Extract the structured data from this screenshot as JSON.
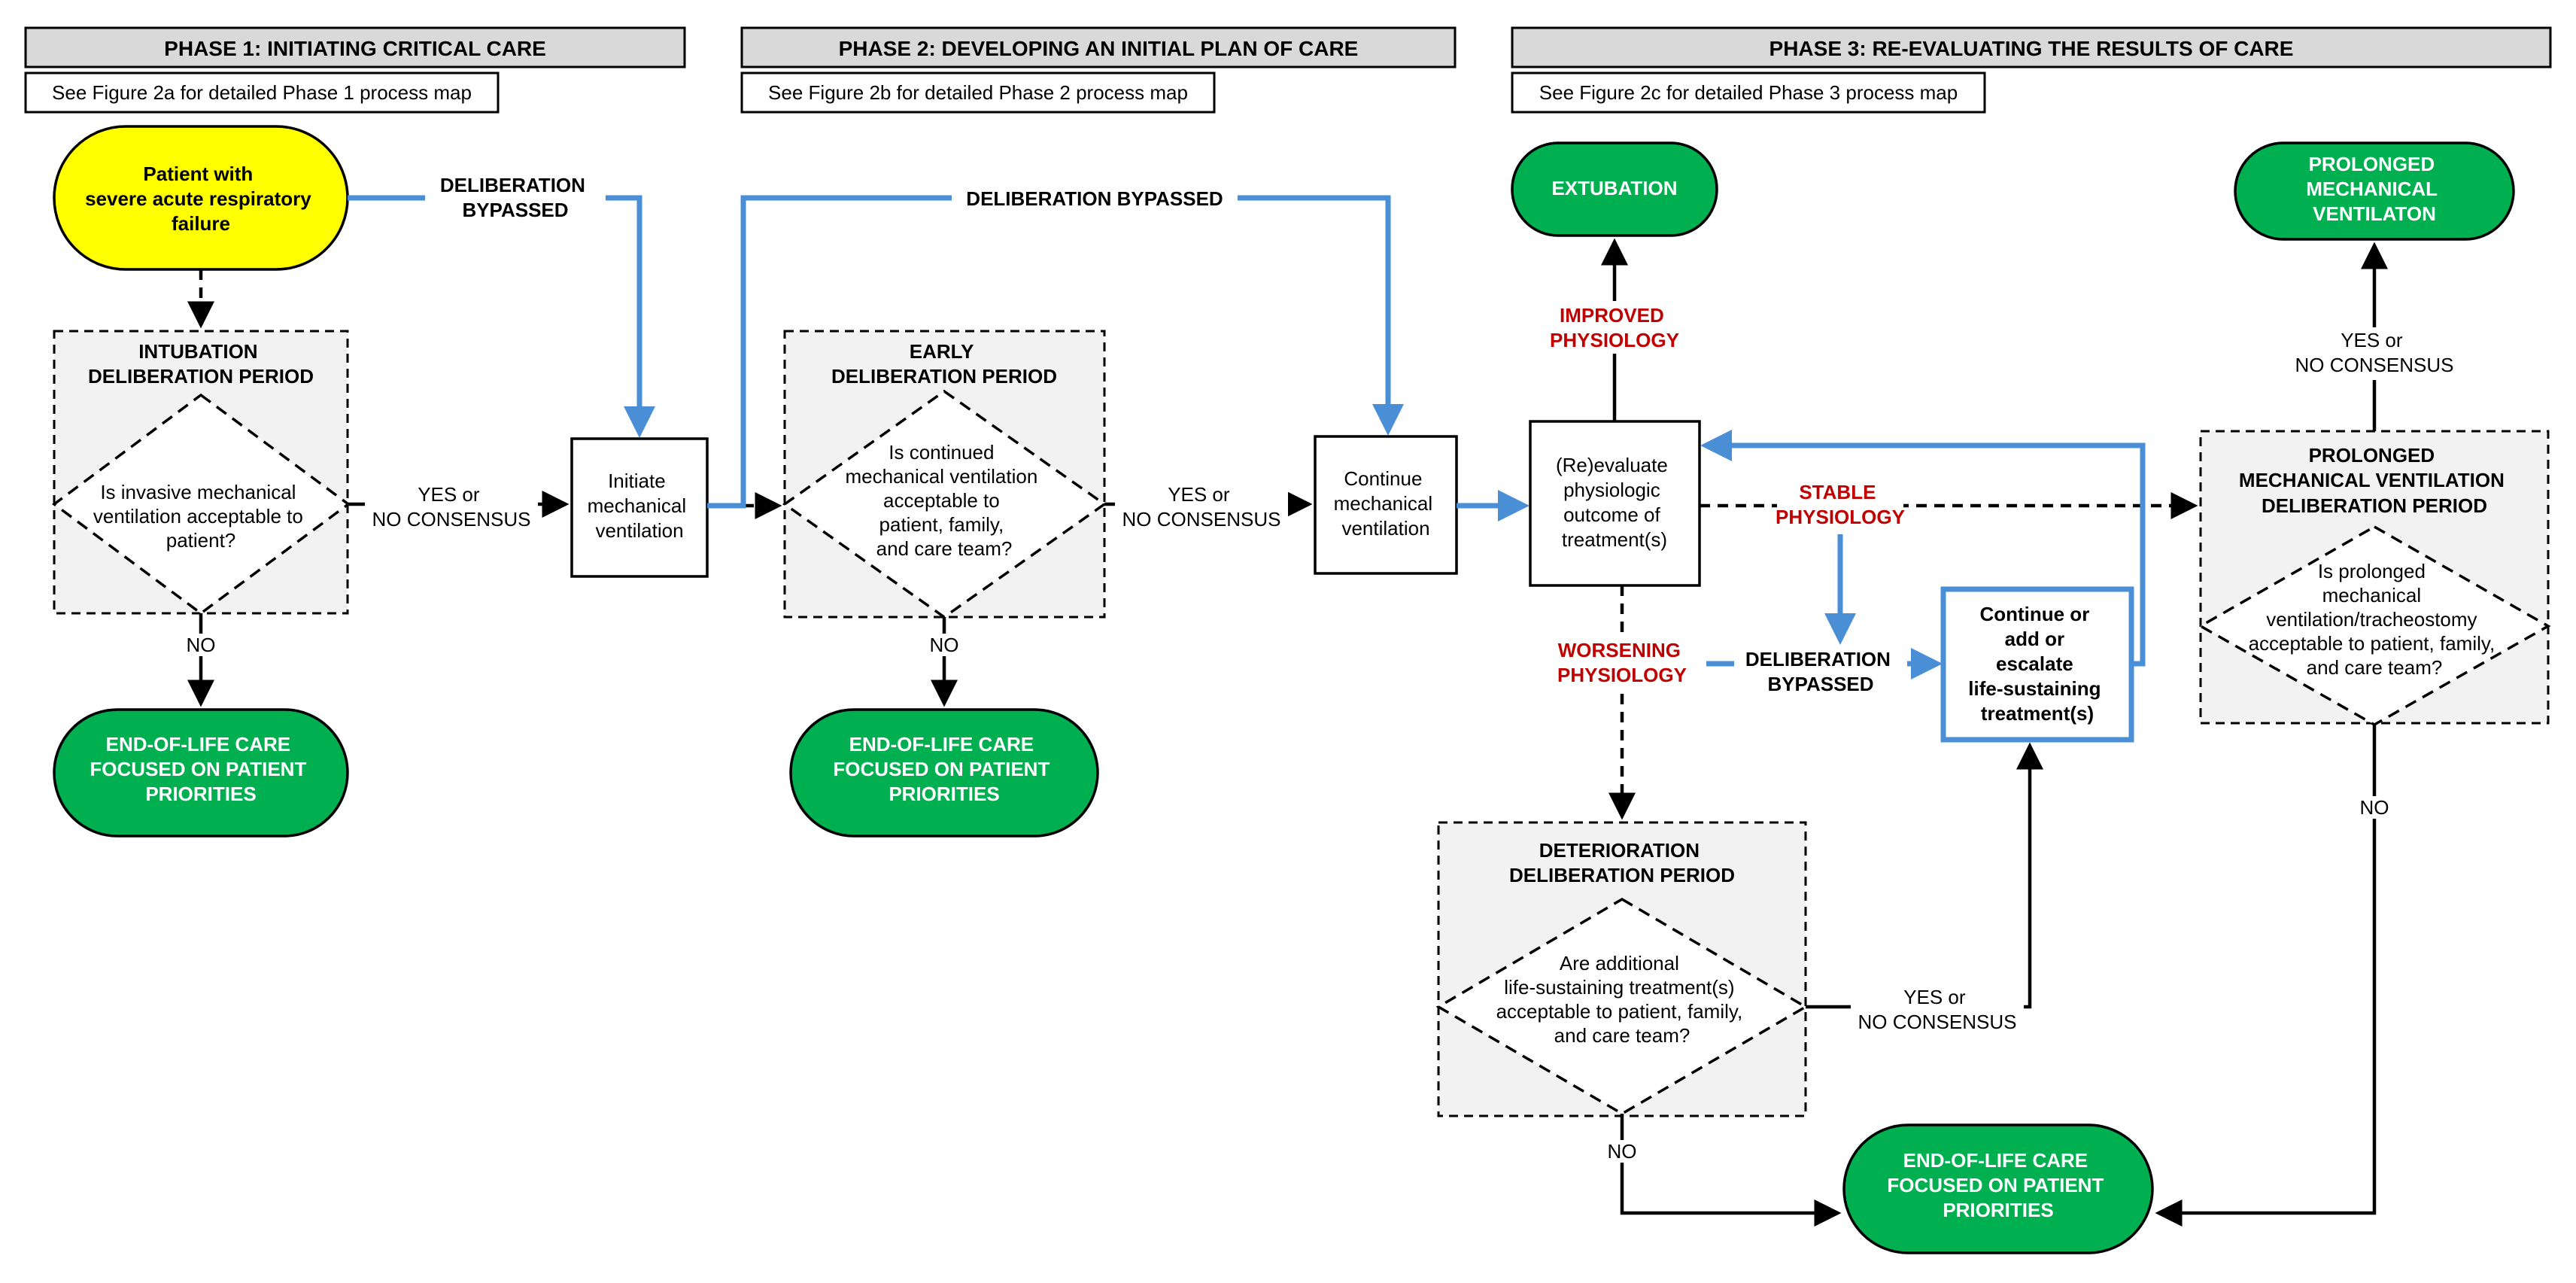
{
  "phases": {
    "p1": {
      "title": "PHASE 1: INITIATING CRITICAL CARE",
      "note": "See Figure 2a for detailed Phase 1 process map"
    },
    "p2": {
      "title": "PHASE 2: DEVELOPING AN INITIAL PLAN OF CARE",
      "note": "See Figure 2b for detailed Phase 2 process map"
    },
    "p3": {
      "title": "PHASE 3: RE-EVALUATING THE RESULTS OF CARE",
      "note": "See Figure 2c for detailed Phase 3 process map"
    }
  },
  "start": [
    "Patient with",
    "severe acute respiratory",
    "failure"
  ],
  "bypass1": [
    "DELIBERATION",
    "BYPASSED"
  ],
  "bypass2": "DELIBERATION BYPASSED",
  "bypass3": [
    "DELIBERATION",
    "BYPASSED"
  ],
  "intubation": {
    "title": [
      "INTUBATION",
      "DELIBERATION PERIOD"
    ],
    "question": [
      "Is invasive mechanical",
      "ventilation acceptable to",
      "patient?"
    ]
  },
  "early": {
    "title": [
      "EARLY",
      "DELIBERATION PERIOD"
    ],
    "question": [
      "Is continued",
      "mechanical ventilation",
      "acceptable to",
      "patient, family,",
      "and care team?"
    ]
  },
  "deterioration": {
    "title": [
      "DETERIORATION",
      "DELIBERATION PERIOD"
    ],
    "question": [
      "Are additional",
      "life-sustaining treatment(s)",
      "acceptable to patient, family,",
      "and care team?"
    ]
  },
  "prolonged": {
    "title": [
      "PROLONGED",
      "MECHANICAL VENTILATION",
      "DELIBERATION PERIOD"
    ],
    "question": [
      "Is prolonged",
      "mechanical",
      "ventilation/tracheostomy",
      "acceptable to patient, family,",
      "and care team?"
    ]
  },
  "yes_consensus": [
    "YES or",
    "NO CONSENSUS"
  ],
  "no_label": "NO",
  "initiate": [
    "Initiate",
    "mechanical",
    "ventilation"
  ],
  "continue_mv": [
    "Continue",
    "mechanical",
    "ventilation"
  ],
  "reevaluate": [
    "(Re)evaluate",
    "physiologic",
    "outcome of",
    "treatment(s)"
  ],
  "continue_escalate": [
    "Continue or",
    "add or",
    "escalate",
    "life-sustaining",
    "treatment(s)"
  ],
  "eol": [
    "END-OF-LIFE CARE",
    "FOCUSED ON PATIENT",
    "PRIORITIES"
  ],
  "extubation": "EXTUBATION",
  "prolonged_term": [
    "PROLONGED",
    "MECHANICAL",
    "VENTILATON"
  ],
  "improved": [
    "IMPROVED",
    "PHYSIOLOGY"
  ],
  "stable": [
    "STABLE",
    "PHYSIOLOGY"
  ],
  "worsening": [
    "WORSENING",
    "PHYSIOLOGY"
  ],
  "colors": {
    "terminal_green": "#00b050",
    "start_yellow": "#ffff00",
    "bypass_blue": "#4a8fd6",
    "physiology_red": "#c00000",
    "header_gray": "#d9d9d9",
    "deliberation_fill": "#f2f2f2"
  }
}
